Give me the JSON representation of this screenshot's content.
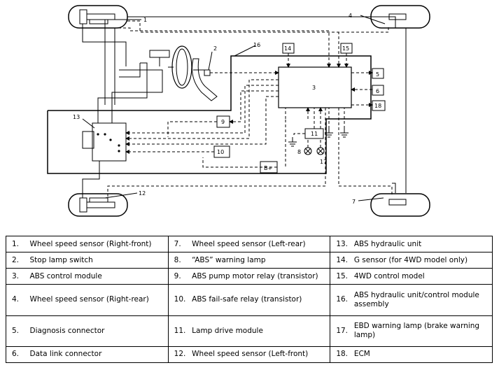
{
  "callouts": {
    "c1": "1",
    "c2": "2",
    "c3": "3",
    "c4": "4",
    "c5": "5",
    "c6": "6",
    "c7": "7",
    "c8": "8",
    "c9": "9",
    "c10": "10",
    "c11": "11",
    "c12": "12",
    "c13": "13",
    "c14": "14",
    "c15": "15",
    "c16": "16",
    "c17": "17",
    "c18": "18",
    "bplus": "B+"
  },
  "legend": [
    [
      {
        "num": "1.",
        "text": "Wheel speed sensor (Right-front)"
      },
      {
        "num": "7.",
        "text": "Wheel speed sensor (Left-rear)"
      },
      {
        "num": "13.",
        "text": "ABS hydraulic unit"
      }
    ],
    [
      {
        "num": "2.",
        "text": "Stop lamp switch"
      },
      {
        "num": "8.",
        "text": "“ABS” warning lamp"
      },
      {
        "num": "14.",
        "text": "G sensor (for 4WD model only)"
      }
    ],
    [
      {
        "num": "3.",
        "text": "ABS control module"
      },
      {
        "num": "9.",
        "text": "ABS pump motor relay (transistor)"
      },
      {
        "num": "15.",
        "text": "4WD control model"
      }
    ],
    [
      {
        "num": "4.",
        "text": "Wheel speed sensor (Right-rear)"
      },
      {
        "num": "10.",
        "text": "ABS fail-safe relay (transistor)"
      },
      {
        "num": "16.",
        "text": "ABS hydraulic unit/control module assembly"
      }
    ],
    [
      {
        "num": "5.",
        "text": "Diagnosis connector"
      },
      {
        "num": "11.",
        "text": "Lamp drive module"
      },
      {
        "num": "17.",
        "text": "EBD warning lamp (brake warning lamp)"
      }
    ],
    [
      {
        "num": "6.",
        "text": "Data link connector"
      },
      {
        "num": "12.",
        "text": "Wheel speed sensor (Left-front)"
      },
      {
        "num": "18.",
        "text": "ECM"
      }
    ]
  ]
}
